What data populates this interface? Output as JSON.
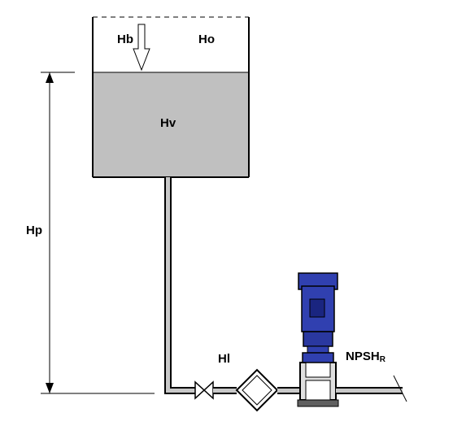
{
  "labels": {
    "hb": "Hb",
    "ho": "Ho",
    "hv": "Hv",
    "hp": "Hp",
    "hl": "Hl",
    "npsh_main": "NPSH",
    "npsh_sub": "R"
  },
  "colors": {
    "liquid": "#c0c0c0",
    "pipe_fill": "#c8c8c8",
    "outline": "#000000",
    "motor": "#3040b0",
    "motor_dark": "#1a2580",
    "pump_body": "#e0e0e0",
    "base": "#606060"
  }
}
